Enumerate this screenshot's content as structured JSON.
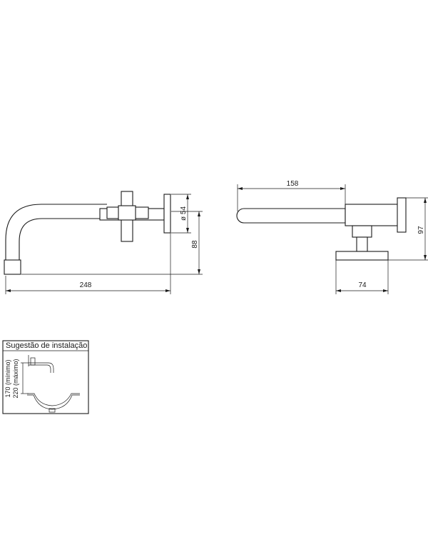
{
  "dimensions": {
    "total_length": "248",
    "diameter": "ø 54",
    "height_left": "88",
    "spout_length": "158",
    "height_right": "97",
    "base_width": "74"
  },
  "install_box": {
    "title": "Sugestão de instalação:",
    "label_min": "170 (mínimo)",
    "label_max": "220 (máximo)"
  },
  "colors": {
    "line": "#1a1a1a",
    "background": "#ffffff"
  }
}
